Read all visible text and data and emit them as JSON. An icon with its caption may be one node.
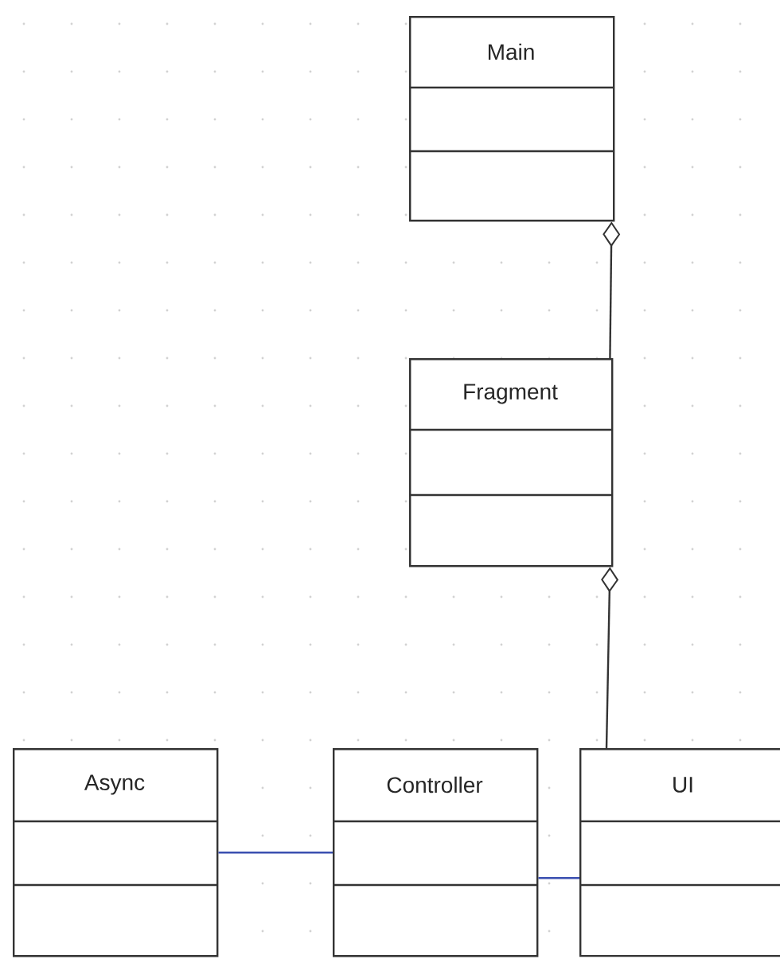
{
  "diagram": {
    "nodes": [
      {
        "text": [
          "Main"
        ]
      },
      {
        "text": [
          "Fragment"
        ]
      },
      {
        "text": [
          "Async"
        ]
      },
      {
        "text": [
          "Controller"
        ]
      },
      {
        "text": [
          "UI"
        ]
      }
    ],
    "edges": [
      {
        "from": 0,
        "to": 1,
        "arrow": "other"
      },
      {
        "from": 1,
        "to": 4,
        "arrow": "other"
      },
      {
        "from": 2,
        "to": 3,
        "arrow": "none",
        "color": "#3a4fb0"
      },
      {
        "from": 3,
        "to": 4,
        "arrow": "none",
        "color": "#3a4fb0"
      }
    ]
  }
}
